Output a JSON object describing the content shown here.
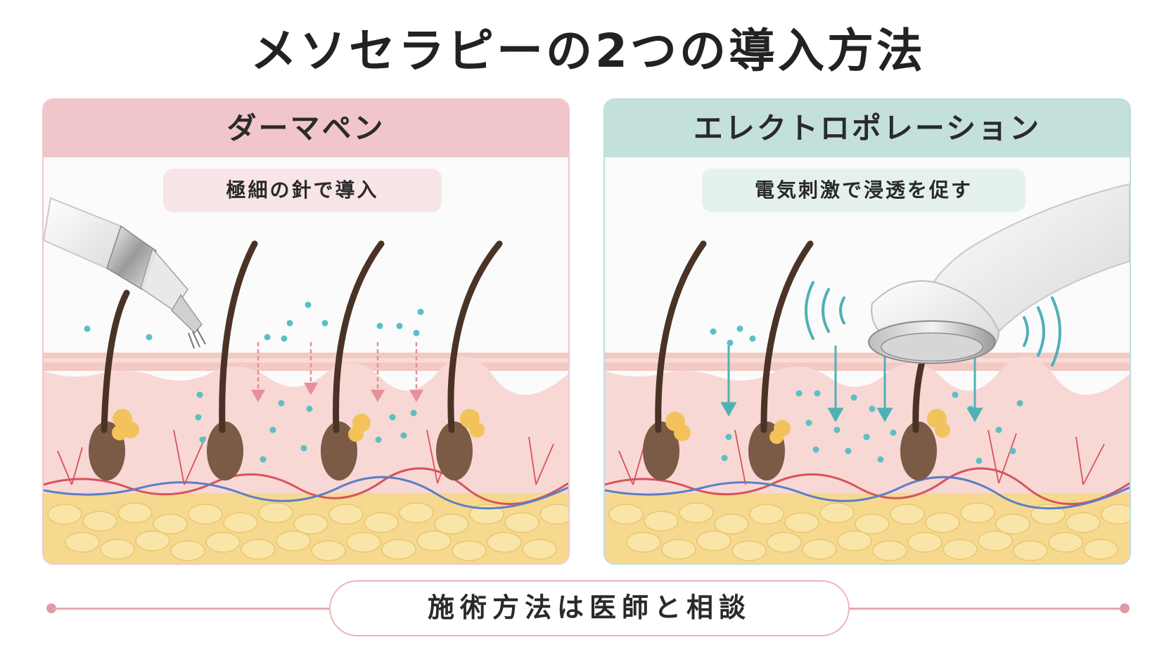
{
  "title": "メソセラピーの2つの導入方法",
  "panels": [
    {
      "header": "ダーマペン",
      "subtitle": "極細の針で導入"
    },
    {
      "header": "エレクトロポレーション",
      "subtitle": "電気刺激で浸透を促す"
    }
  ],
  "footer": {
    "label": "施術方法は医師と相談"
  },
  "colors": {
    "left_accent": "#f0c6cb",
    "right_accent": "#c3e0dd",
    "particle": "#5bbfc6",
    "skin": "#f6d4d2",
    "fat": "#f7dc92",
    "hair": "#4a3326"
  },
  "icons": [
    "dermapen-device-icon",
    "electroporation-device-icon",
    "hair-follicle-icon",
    "serum-particle-icon",
    "arrow-down-icon",
    "wave-icon"
  ]
}
